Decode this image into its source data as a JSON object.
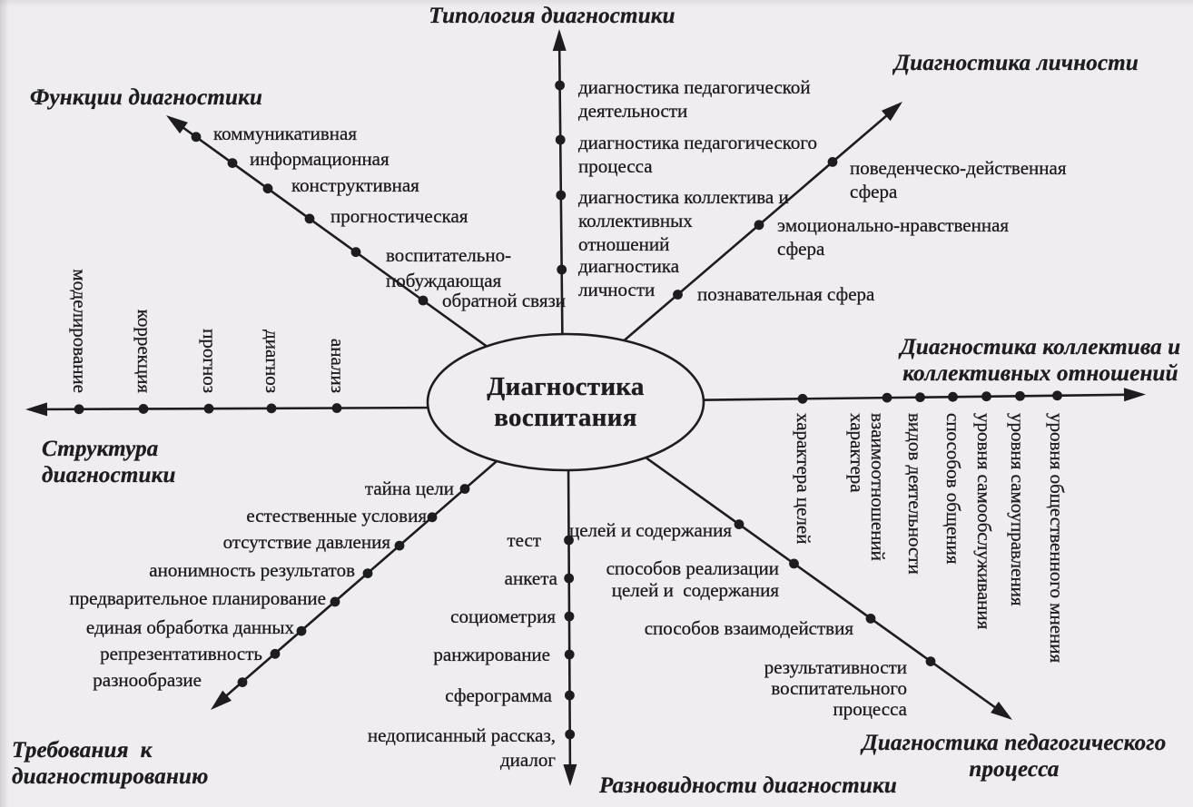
{
  "center": {
    "label": "Диагностика\nвоспитания"
  },
  "axes": {
    "north": {
      "title": "Типология диагностики",
      "items": [
        "диагностика педагогической\nдеятельности",
        "диагностика педагогического\nпроцесса",
        "диагностика коллектива и\nколлективных\nотношений",
        "диагностика\nличности"
      ]
    },
    "northeast": {
      "title": "Диагностика личности",
      "items": [
        "поведенческо-действенная\nсфера",
        "эмоционально-нравственная\nсфера",
        "познавательная сфера"
      ]
    },
    "east": {
      "title": "Диагностика коллектива и\nколлективных отношений",
      "items": [
        "характера целей",
        "характера\nвзаимоотношений",
        "видов деятельности",
        "способов общения",
        "уровня самообслуживания",
        "уровня самоуправления",
        "уровня общественного мнения"
      ]
    },
    "southeast": {
      "title": "Диагностика педагогического\nпроцесса",
      "items": [
        "целей и содержания",
        "способов реализации\nцелей и  содержания",
        "способов взаимодействия",
        "результативности\nвоспитательного\nпроцесса"
      ]
    },
    "south": {
      "title": "Разновидности диагностики",
      "items": [
        "тест",
        "анкета",
        "социометрия",
        "ранжирование",
        "сферограмма",
        "недописанный рассказ,\nдиалог"
      ]
    },
    "southwest": {
      "title": "Требования  к\nдиагностированию",
      "items": [
        "тайна цели",
        "естественные условия",
        "отсутствие давления",
        "анонимность результатов",
        "предварительное планирование",
        "единая обработка данных",
        "репрезентативность",
        "разнообразие"
      ]
    },
    "west": {
      "title": "Структура\nдиагностики",
      "items": [
        "моделирование",
        "коррекция",
        "прогноз",
        "диагноз",
        "анализ"
      ]
    },
    "northwest": {
      "title": "Функции диагностики",
      "items": [
        "коммуникативная",
        "информационная",
        "конструктивная",
        "прогностическая",
        "воспитательно-\nпобуждающая",
        "обратной связи"
      ]
    }
  },
  "colors": {
    "background": "#efedf0",
    "ink": "#1d1c1e"
  }
}
